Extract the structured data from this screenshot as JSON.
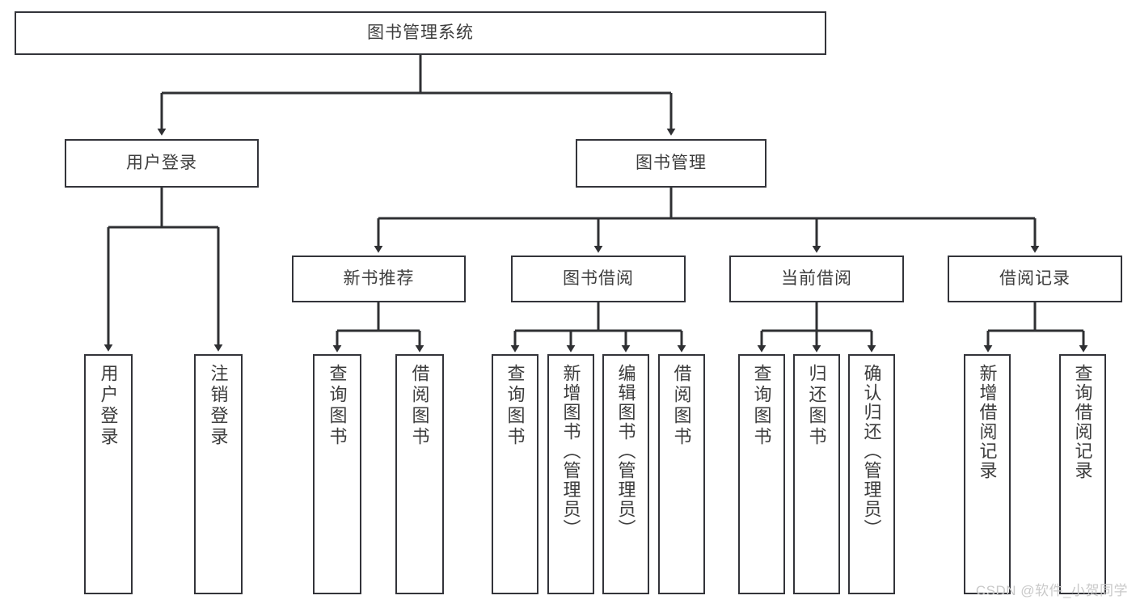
{
  "diagram": {
    "title": "图书管理系统",
    "type": "tree-hierarchy",
    "colors": {
      "box_border": "#33343a",
      "box_fill": "#ffffff",
      "edge": "#2f3033",
      "text": "#3d3d3d",
      "watermark": "#c9c9c9",
      "background": "#ffffff"
    }
  },
  "root": {
    "label": "图书管理系统"
  },
  "level1": [
    {
      "label": "用户登录"
    },
    {
      "label": "图书管理"
    }
  ],
  "level2": [
    {
      "label": "新书推荐"
    },
    {
      "label": "图书借阅"
    },
    {
      "label": "当前借阅"
    },
    {
      "label": "借阅记录"
    }
  ],
  "leaves": {
    "user_login": [
      {
        "label": "用户登录"
      },
      {
        "label": "注销登录"
      }
    ],
    "new_book_recommend": [
      {
        "label": "查询图书"
      },
      {
        "label": "借阅图书"
      }
    ],
    "book_borrow": [
      {
        "label": "查询图书"
      },
      {
        "label": "新增图书（管理员）"
      },
      {
        "label": "编辑图书（管理员）"
      },
      {
        "label": "借阅图书"
      }
    ],
    "current_borrow": [
      {
        "label": "查询图书"
      },
      {
        "label": "归还图书"
      },
      {
        "label": "确认归还（管理员）"
      }
    ],
    "borrow_record": [
      {
        "label": "新增借阅记录"
      },
      {
        "label": "查询借阅记录"
      }
    ]
  },
  "watermark": {
    "text": "CSDN @软件_小贺同学"
  }
}
